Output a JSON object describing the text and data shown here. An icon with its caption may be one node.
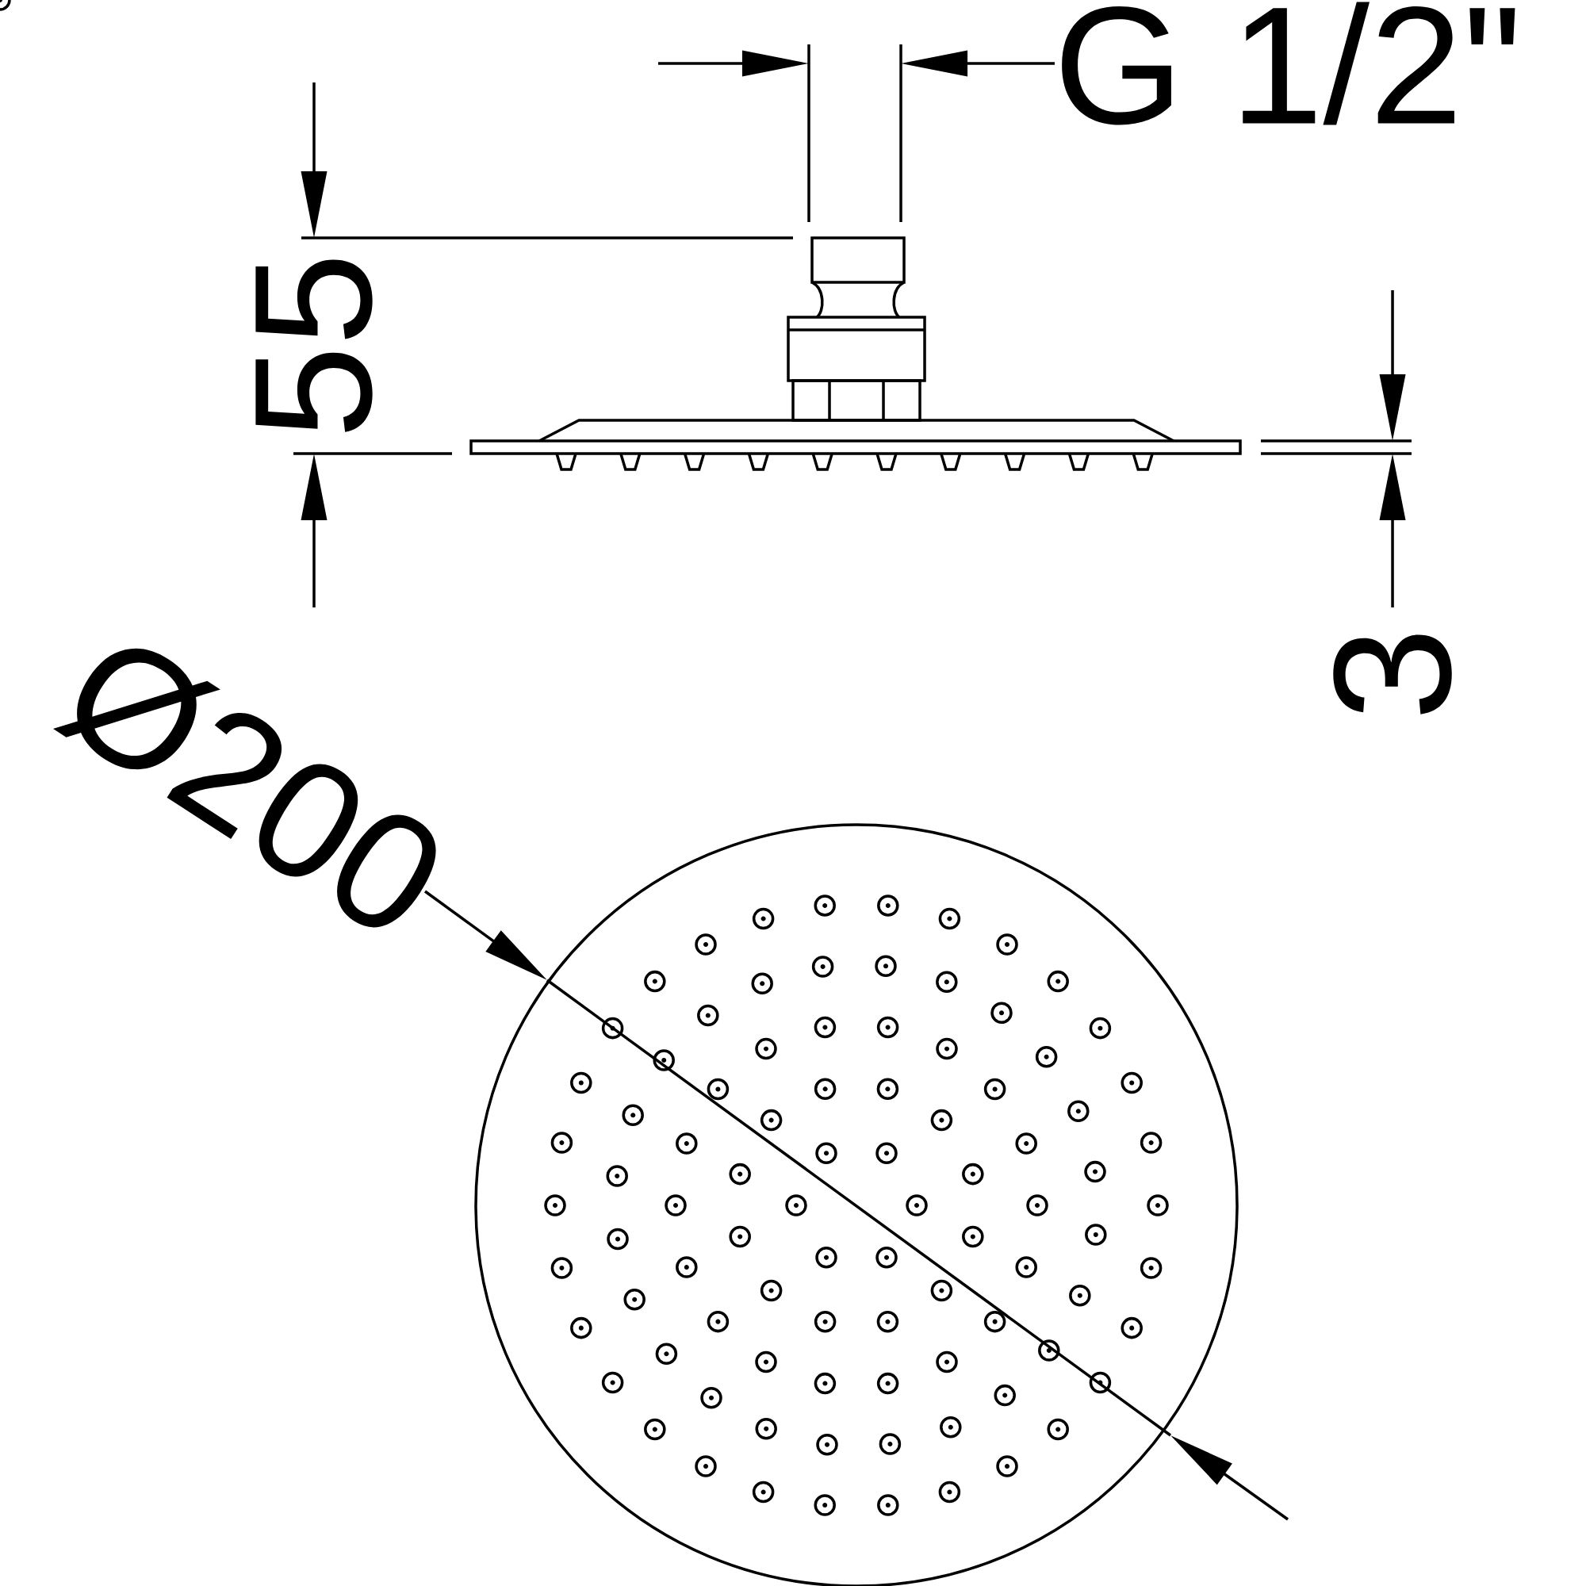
{
  "diagram": {
    "labels": [
      "G 1/2\"",
      "55",
      "3",
      "Ø200"
    ]
  }
}
